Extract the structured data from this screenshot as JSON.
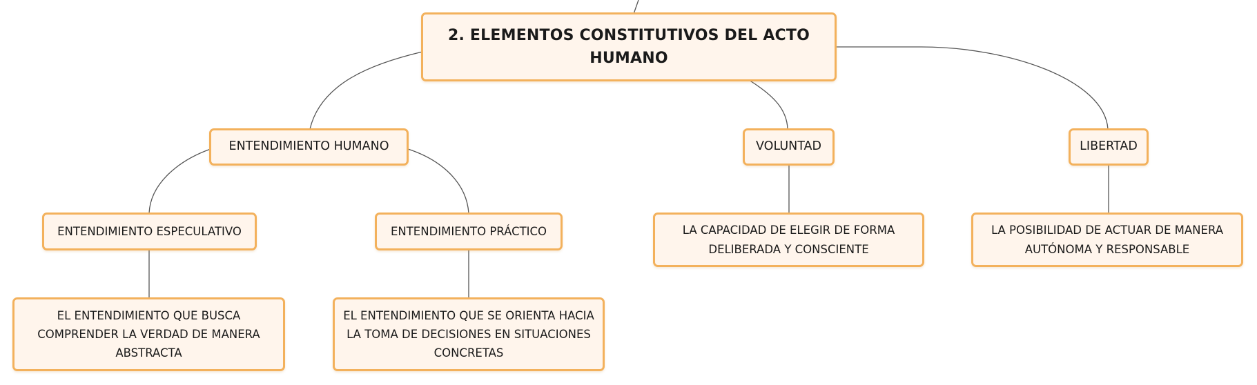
{
  "diagram": {
    "root": {
      "label": "2. ELEMENTOS CONSTITUTIVOS DEL ACTO HUMANO"
    },
    "branches": [
      {
        "label": "ENTENDIMIENTO HUMANO",
        "children": [
          {
            "label": "ENTENDIMIENTO ESPECULATIVO",
            "description": "EL ENTENDIMIENTO QUE BUSCA COMPRENDER LA VERDAD DE MANERA ABSTRACTA"
          },
          {
            "label": "ENTENDIMIENTO PRÁCTICO",
            "description": "EL ENTENDIMIENTO QUE SE ORIENTA HACIA LA TOMA DE DECISIONES EN SITUACIONES CONCRETAS"
          }
        ]
      },
      {
        "label": "VOLUNTAD",
        "description": "LA CAPACIDAD DE ELEGIR DE FORMA DELIBERADA Y CONSCIENTE"
      },
      {
        "label": "LIBERTAD",
        "description": "LA POSIBILIDAD DE ACTUAR DE MANERA AUTÓNOMA Y RESPONSABLE"
      }
    ],
    "colors": {
      "node_fill": "#fff5ec",
      "node_border": "#f3b15c",
      "connector": "#555555",
      "text": "#1a1a1a",
      "background": "#ffffff"
    }
  }
}
